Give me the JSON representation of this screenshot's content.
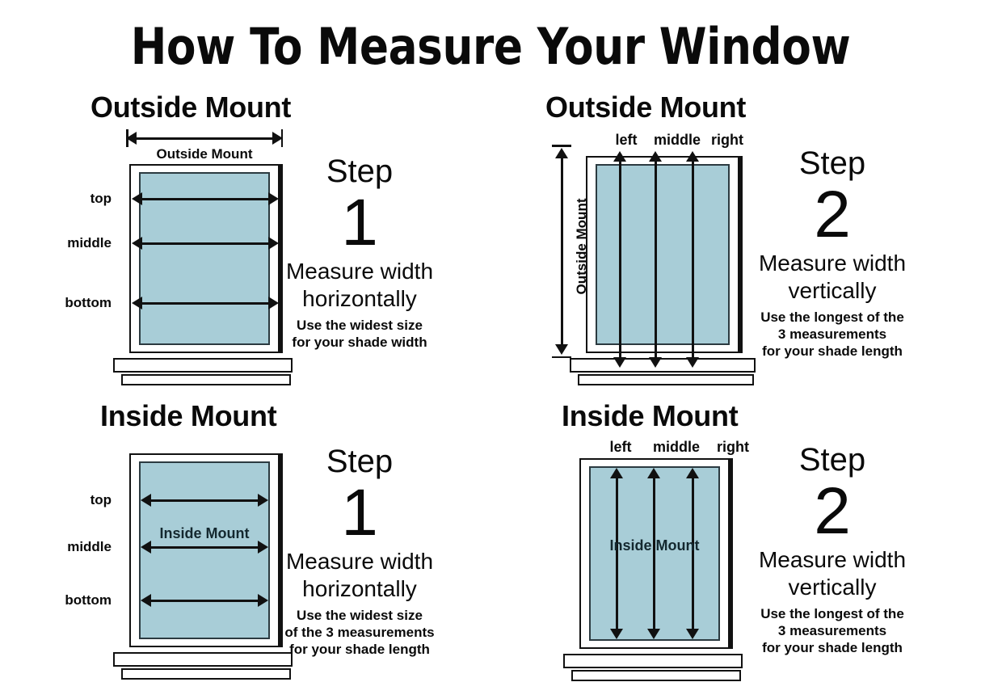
{
  "title": "How To Measure Your Window",
  "colors": {
    "glass": "#a8cdd7",
    "glass_border": "#2b3a40",
    "frame_border": "#111111",
    "ink": "#0a0a0a",
    "background": "#ffffff"
  },
  "panels": {
    "top_left": {
      "heading": "Outside Mount",
      "dimension_label": "Outside Mount",
      "row_labels": [
        "top",
        "middle",
        "bottom"
      ],
      "step": {
        "word": "Step",
        "number": "1",
        "main_line_1": "Measure width",
        "main_line_2": "horizontally",
        "sub_lines": [
          "Use the widest size",
          "for your shade width"
        ]
      }
    },
    "top_right": {
      "heading": "Outside Mount",
      "dimension_label": "Outside Mount",
      "column_labels": [
        "left",
        "middle",
        "right"
      ],
      "step": {
        "word": "Step",
        "number": "2",
        "main_line_1": "Measure width",
        "main_line_2": "vertically",
        "sub_lines": [
          "Use the longest of the",
          "3 measurements",
          "for your shade length"
        ]
      }
    },
    "bottom_left": {
      "heading": "Inside Mount",
      "dimension_label": "Inside Mount",
      "row_labels": [
        "top",
        "middle",
        "bottom"
      ],
      "step": {
        "word": "Step",
        "number": "1",
        "main_line_1": "Measure width",
        "main_line_2": "horizontally",
        "sub_lines": [
          "Use the widest size",
          "of the 3 measurements",
          "for your shade length"
        ]
      }
    },
    "bottom_right": {
      "heading": "Inside Mount",
      "dimension_label": "Inside Mount",
      "column_labels": [
        "left",
        "middle",
        "right"
      ],
      "step": {
        "word": "Step",
        "number": "2",
        "main_line_1": "Measure width",
        "main_line_2": "vertically",
        "sub_lines": [
          "Use the longest of the",
          "3 measurements",
          "for your shade length"
        ]
      }
    }
  }
}
